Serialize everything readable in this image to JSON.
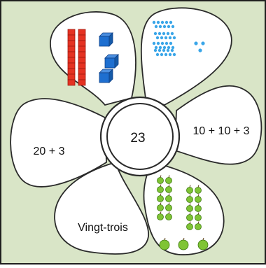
{
  "colors": {
    "background": "#d9e5c7",
    "frame": "#1f1f1f",
    "petal_fill": "#ffffff",
    "petal_stroke": "#2a2a2a",
    "rod_red": "#e53222",
    "cube_blue": "#1e6fd0",
    "dot_blue": "#3aa6e8",
    "apple_green": "#7fc435"
  },
  "flower": {
    "center_number": "23",
    "petals": [
      {
        "id": "base-ten-blocks",
        "kind": "picture",
        "content": "2 red tens rods and 3 blue unit cubes"
      },
      {
        "id": "dot-patterns",
        "kind": "picture",
        "content": "2 groups of 10 blue dots and 3 blue dots"
      },
      {
        "id": "addition-tens",
        "kind": "text",
        "label": "10 + 10 + 3"
      },
      {
        "id": "apples",
        "kind": "picture",
        "content": "2 groups of 10 green apples and 3 green apples"
      },
      {
        "id": "number-words",
        "kind": "text",
        "label": "Vingt-trois"
      },
      {
        "id": "addition-twenty",
        "kind": "text",
        "label": "20 + 3"
      }
    ]
  }
}
